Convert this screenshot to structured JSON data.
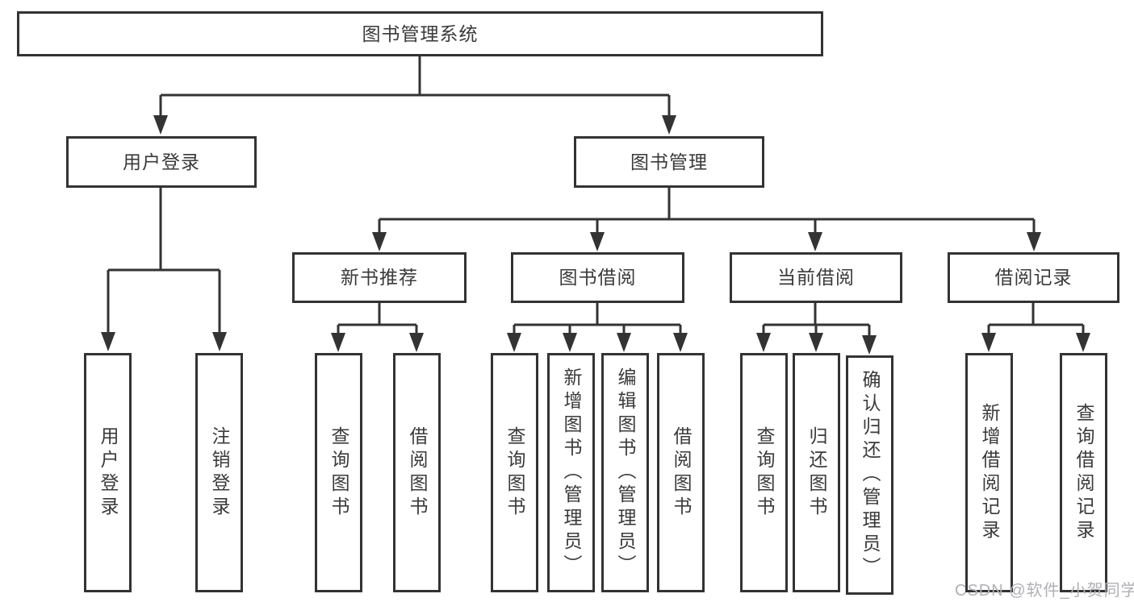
{
  "nodes": {
    "root": {
      "label": "图书管理系统"
    },
    "user_login": {
      "label": "用户登录"
    },
    "book_management": {
      "label": "图书管理"
    },
    "new_book_recommend": {
      "label": "新书推荐"
    },
    "book_borrow": {
      "label": "图书借阅"
    },
    "current_borrow": {
      "label": "当前借阅"
    },
    "borrow_record": {
      "label": "借阅记录"
    },
    "user_login_leaf": {
      "label": "用户登录"
    },
    "logout_leaf": {
      "label": "注销登录"
    },
    "recommend_query_books": {
      "label": "查询图书"
    },
    "recommend_borrow_books": {
      "label": "借阅图书"
    },
    "borrow_query_books": {
      "label": "查询图书"
    },
    "borrow_add_books": {
      "label": "新增图书（管理员）"
    },
    "borrow_edit_books": {
      "label": "编辑图书（管理员）"
    },
    "borrow_borrow_books": {
      "label": "借阅图书"
    },
    "current_query_books": {
      "label": "查询图书"
    },
    "current_return_books": {
      "label": "归还图书"
    },
    "current_confirm_return": {
      "label": "确认归还（管理员）"
    },
    "record_add": {
      "label": "新增借阅记录"
    },
    "record_query": {
      "label": "查询借阅记录"
    }
  },
  "hierarchy": {
    "root": [
      "user_login",
      "book_management"
    ],
    "user_login": [
      "user_login_leaf",
      "logout_leaf"
    ],
    "book_management": [
      "new_book_recommend",
      "book_borrow",
      "current_borrow",
      "borrow_record"
    ],
    "new_book_recommend": [
      "recommend_query_books",
      "recommend_borrow_books"
    ],
    "book_borrow": [
      "borrow_query_books",
      "borrow_add_books",
      "borrow_edit_books",
      "borrow_borrow_books"
    ],
    "current_borrow": [
      "current_query_books",
      "current_return_books",
      "current_confirm_return"
    ],
    "borrow_record": [
      "record_add",
      "record_query"
    ]
  },
  "watermark": {
    "text": "CSDN @软件_小贺同学"
  },
  "colors": {
    "line": "#333333",
    "border": "#333333",
    "text": "#3a3a3a",
    "background": "#ffffff",
    "watermark": "#b0b0b5"
  }
}
